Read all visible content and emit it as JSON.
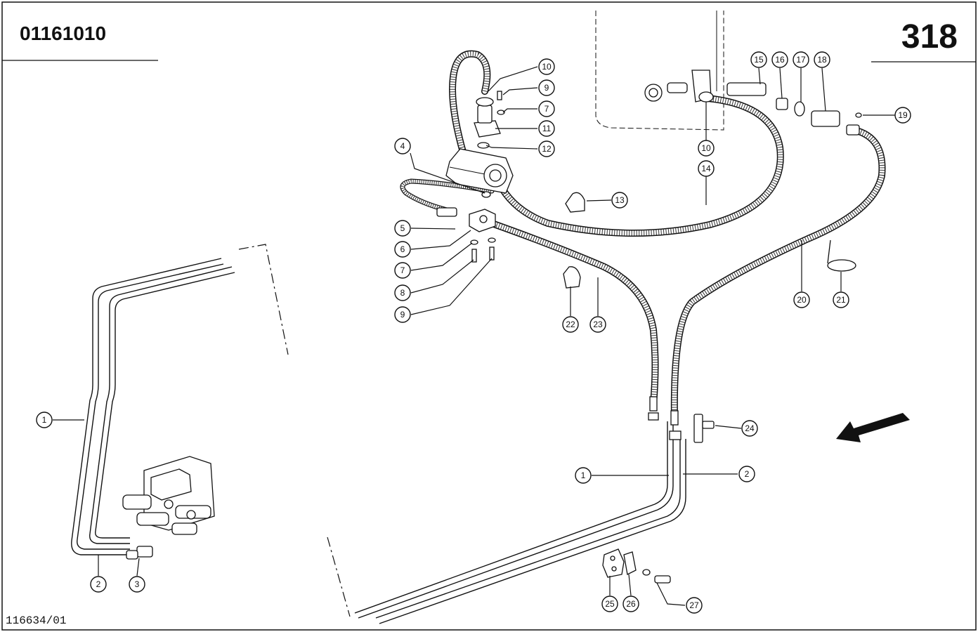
{
  "header": {
    "drawing_number": "01161010",
    "page_number": "318",
    "footer_code": "116634/01"
  },
  "callouts": [
    "1",
    "2",
    "3",
    "4",
    "5",
    "6",
    "7",
    "8",
    "9",
    "10",
    "11",
    "12",
    "13",
    "14",
    "15",
    "16",
    "17",
    "18",
    "19",
    "20",
    "21",
    "22",
    "23",
    "24",
    "25",
    "26",
    "27"
  ]
}
